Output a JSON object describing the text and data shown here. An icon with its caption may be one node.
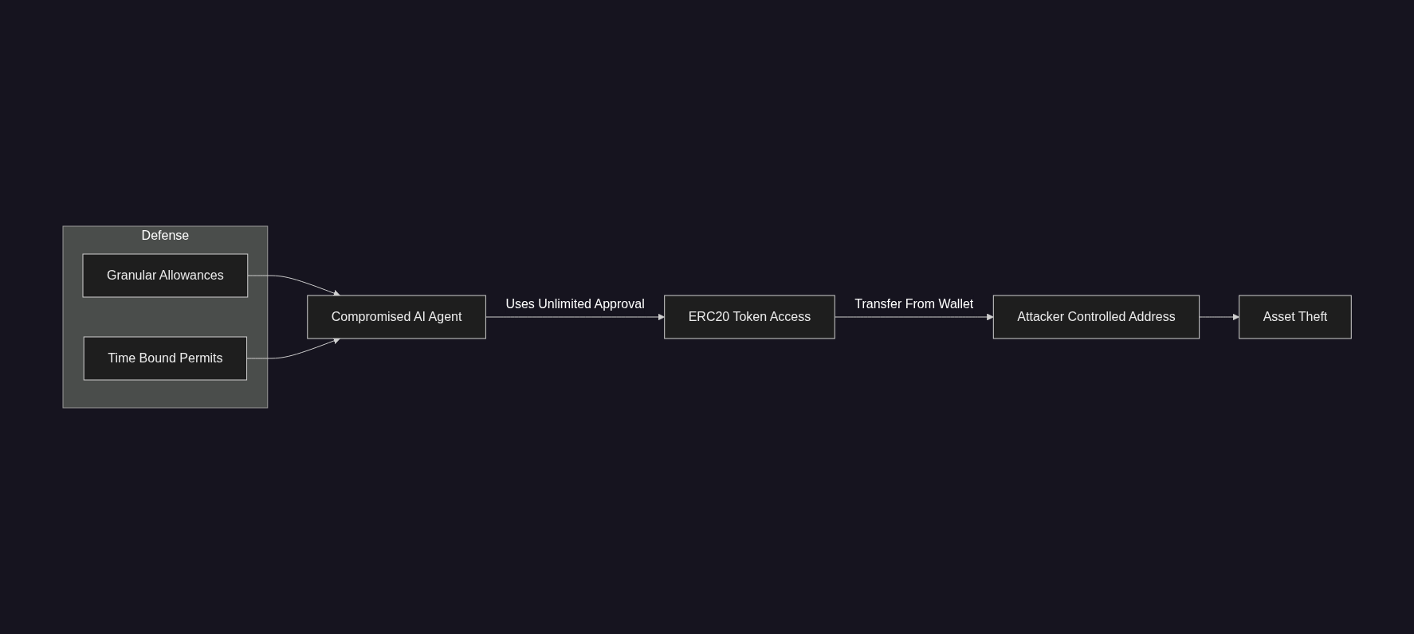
{
  "diagram": {
    "nodes": [
      {
        "text": [
          "Defense"
        ]
      },
      {
        "text": [
          "Granular Allowances"
        ],
        "in": 0
      },
      {
        "text": [
          "Time Bound Permits"
        ],
        "in": 0
      },
      {
        "text": [
          "Compromised AI Agent"
        ]
      },
      {
        "text": [
          "ERC20 Token Access"
        ]
      },
      {
        "text": [
          "Attacker Controlled Address"
        ]
      },
      {
        "text": [
          "Asset Theft"
        ]
      }
    ],
    "edges": [
      {
        "from": 1,
        "to": 3,
        "arrow": "to"
      },
      {
        "from": 2,
        "to": 3,
        "arrow": "to"
      },
      {
        "from": 3,
        "to": 4,
        "arrow": "to",
        "label": "Uses Unlimited Approval"
      },
      {
        "from": 4,
        "to": 5,
        "arrow": "to",
        "label": "Transfer From Wallet"
      },
      {
        "from": 5,
        "to": 6,
        "arrow": "to"
      }
    ]
  }
}
